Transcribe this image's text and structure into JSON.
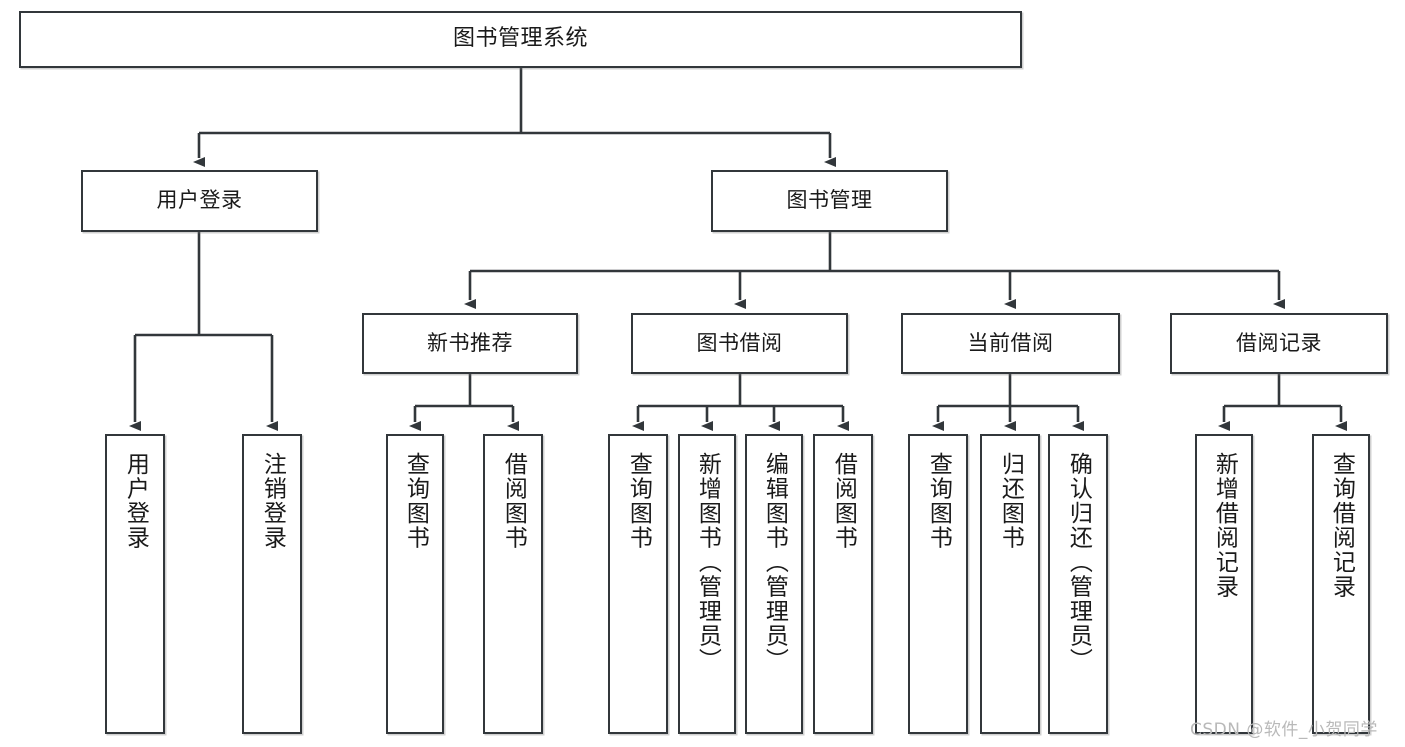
{
  "diagram": {
    "title": "图书管理系统",
    "type": "hierarchy-tree",
    "root": {
      "label": "图书管理系统"
    },
    "level2": [
      {
        "label": "用户登录"
      },
      {
        "label": "图书管理"
      }
    ],
    "level3": [
      {
        "label": "新书推荐"
      },
      {
        "label": "图书借阅"
      },
      {
        "label": "当前借阅"
      },
      {
        "label": "借阅记录"
      }
    ],
    "leaves": {
      "user_login": [
        {
          "label": "用户登录"
        },
        {
          "label": "注销登录"
        }
      ],
      "new_book_recommend": [
        {
          "label": "查询图书"
        },
        {
          "label": "借阅图书"
        }
      ],
      "book_borrow": [
        {
          "label": "查询图书"
        },
        {
          "label": "新增图书（管理员）"
        },
        {
          "label": "编辑图书（管理员）"
        },
        {
          "label": "借阅图书"
        }
      ],
      "current_borrow": [
        {
          "label": "查询图书"
        },
        {
          "label": "归还图书"
        },
        {
          "label": "确认归还（管理员）"
        }
      ],
      "borrow_record": [
        {
          "label": "新增借阅记录"
        },
        {
          "label": "查询借阅记录"
        }
      ]
    }
  },
  "watermark": {
    "text": "CSDN @软件_小贺同学"
  },
  "colors": {
    "border": "#32373b",
    "text": "#1a1a1a",
    "background": "#ffffff",
    "watermark": "#b9b9b9"
  }
}
